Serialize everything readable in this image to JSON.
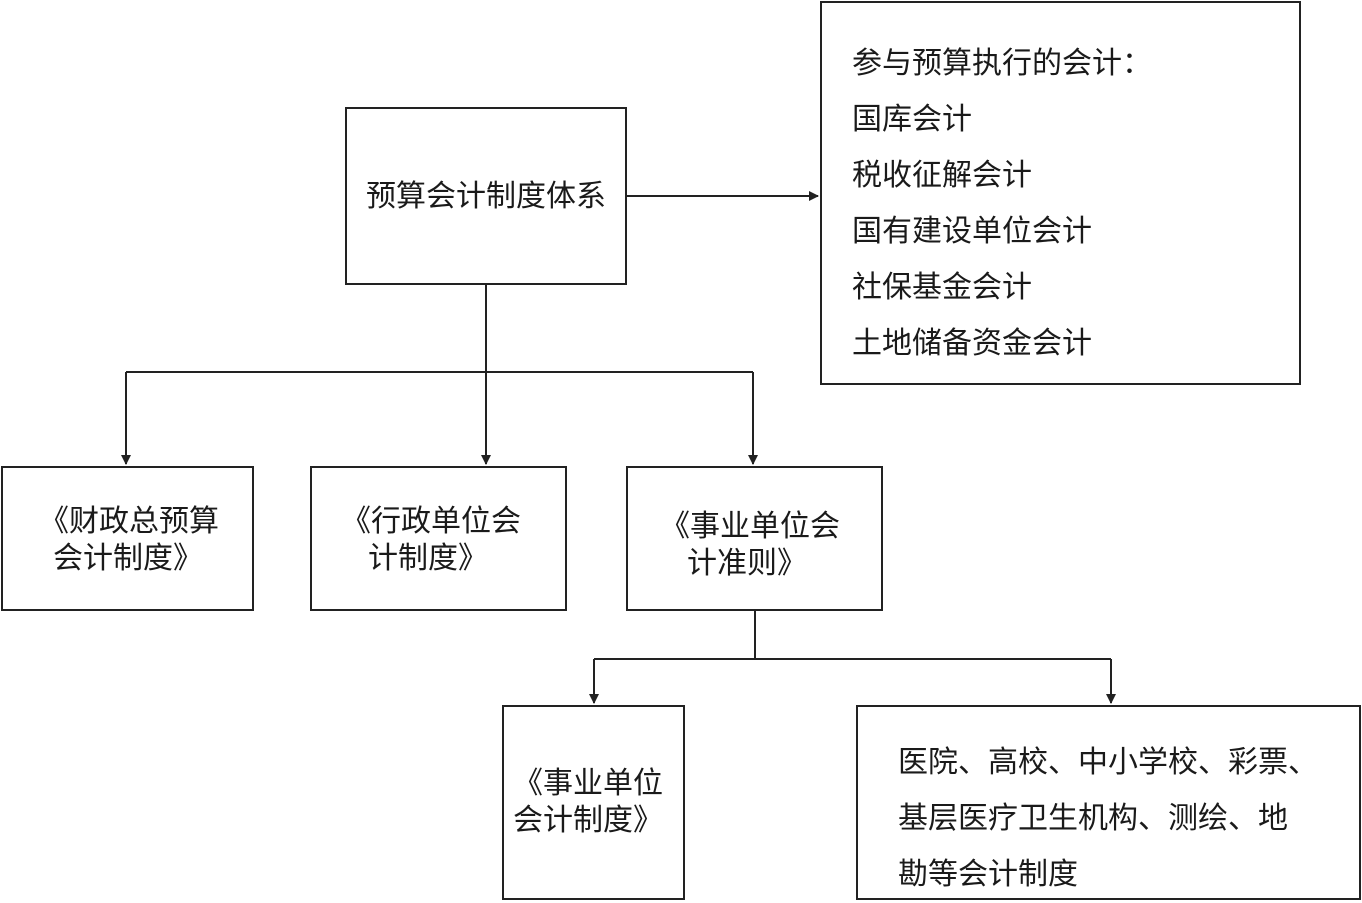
{
  "root": {
    "label": "预算会计制度体系"
  },
  "participants": {
    "heading": "参与预算执行的会计：",
    "items": [
      "国库会计",
      "税收征解会计",
      "国有建设单位会计",
      "社保基金会计",
      "土地储备资金会计"
    ]
  },
  "branches": {
    "fiscal": {
      "line1": "《财政总预算",
      "line2": "会计制度》"
    },
    "admin": {
      "line1": "《行政单位会",
      "line2": "计制度》"
    },
    "institution": {
      "line1": "《事业单位会",
      "line2": "计准则》"
    }
  },
  "sub_branches": {
    "institution_system": {
      "line1": "《事业单位",
      "line2": "会计制度》"
    },
    "industry_systems": {
      "line1": "医院、高校、中小学校、彩票、",
      "line2": "基层医疗卫生机构、测绘、地",
      "line3": "勘等会计制度"
    }
  }
}
